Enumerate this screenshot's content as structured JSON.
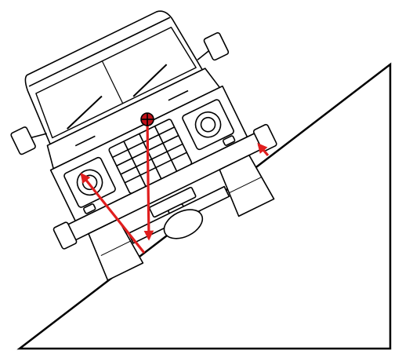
{
  "diagram": {
    "subject": "vehicle-on-side-slope",
    "colors": {
      "outline": "#000000",
      "force_arrow": "#e01e1e",
      "center_of_gravity": "#c0121a",
      "background": "#ffffff"
    },
    "icons": {
      "center_of_gravity": "center-of-gravity-icon",
      "weight_vector": "weight-force-arrow",
      "downhill_reaction": "downhill-reaction-arrow",
      "uphill_reaction": "uphill-reaction-arrow"
    }
  }
}
